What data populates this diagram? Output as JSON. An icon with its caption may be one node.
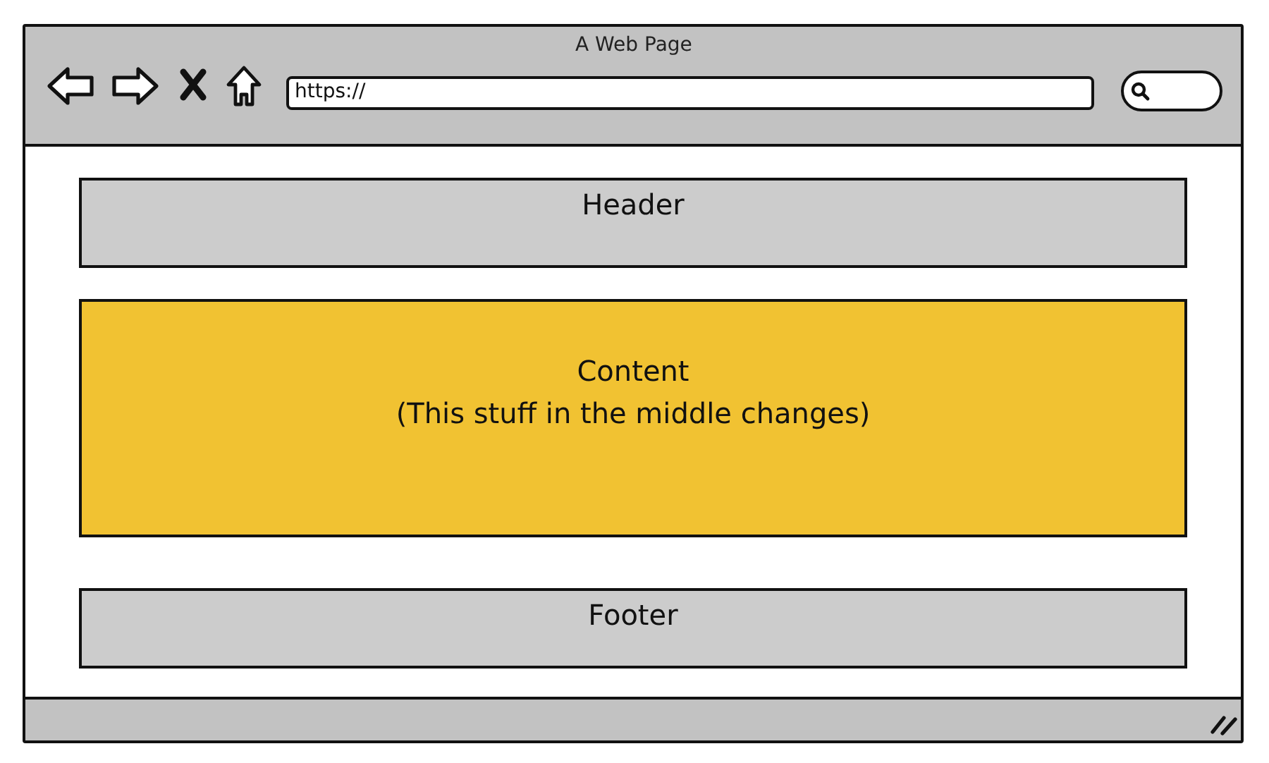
{
  "diagram": {
    "nodes": [
      {
        "text": [
          "A Web Page"
        ]
      },
      {
        "text": [
          "Header"
        ],
        "in": 0
      },
      {
        "text": [
          "Content",
          "(This stuff in the middle changes)"
        ],
        "in": 0
      },
      {
        "text": [
          "Footer"
        ],
        "in": 0
      }
    ],
    "labels": [
      "https://"
    ]
  }
}
